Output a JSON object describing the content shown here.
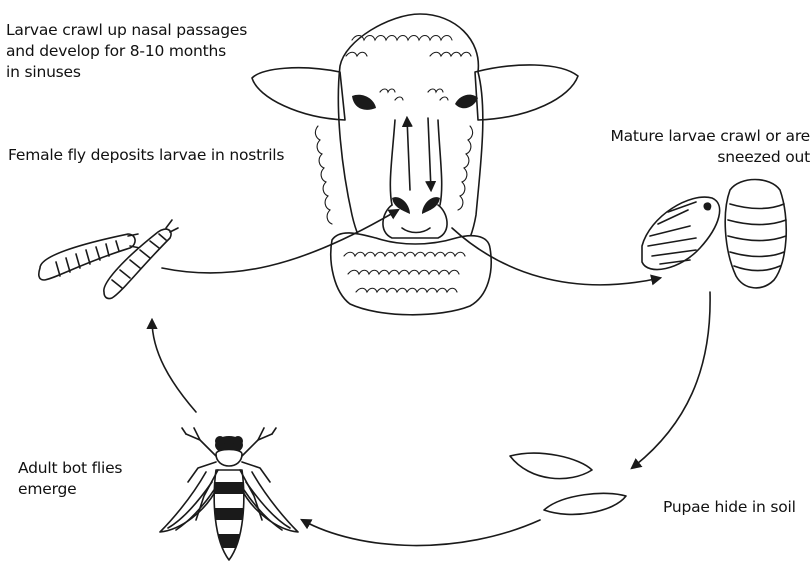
{
  "labels": {
    "larvae_sinuses": "Larvae crawl up nasal passages\nand develop for 8-10 months\nin sinuses",
    "female_fly": "Female fly deposits larvae in nostrils",
    "mature_larvae": "Mature larvae crawl or are\nsneezed out",
    "pupae": "Pupae hide in soil",
    "adult_flies": "Adult bot flies\nemerge"
  },
  "colors": {
    "ink": "#1a1a1a",
    "background": "#ffffff"
  }
}
